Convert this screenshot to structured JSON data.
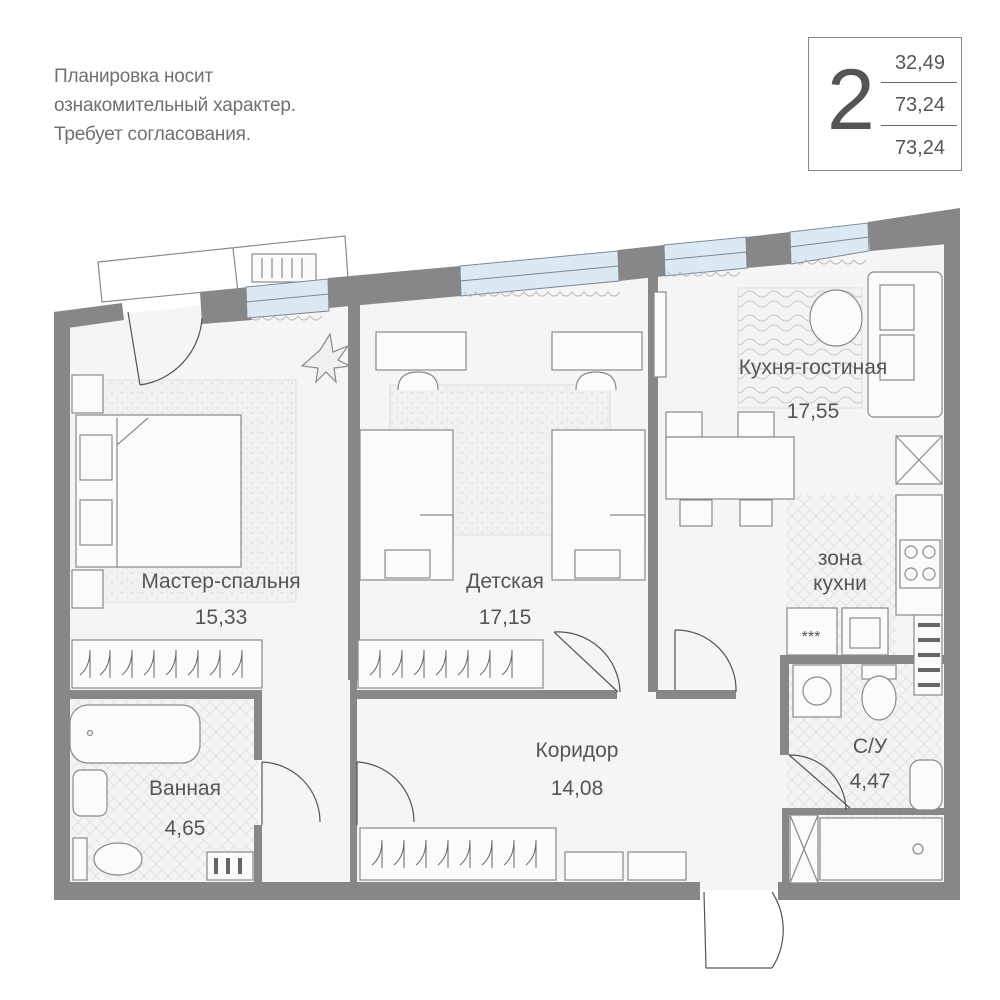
{
  "disclaimer": {
    "line1": "Планировка носит",
    "line2": "ознакомительный характер.",
    "line3": "Требует согласования."
  },
  "badge": {
    "rooms": "2",
    "living_area": "32,49",
    "total_area": "73,24",
    "total_area_with_balcony": "73,24"
  },
  "rooms": {
    "master_bedroom": {
      "name": "Мастер-спальня",
      "area": "15,33"
    },
    "kids_room": {
      "name": "Детская",
      "area": "17,15"
    },
    "kitchen_living": {
      "name": "Кухня-гостиная",
      "area": "17,55"
    },
    "kitchen_zone": {
      "line1": "зона",
      "line2": "кухни"
    },
    "corridor": {
      "name": "Коридор",
      "area": "14,08"
    },
    "bathroom": {
      "name": "Ванная",
      "area": "4,65"
    },
    "wc": {
      "name": "С/У",
      "area": "4,47"
    }
  },
  "stove_label": "***",
  "colors": {
    "wall": "#878787",
    "window": "#dbe9f4",
    "text": "#555555"
  }
}
